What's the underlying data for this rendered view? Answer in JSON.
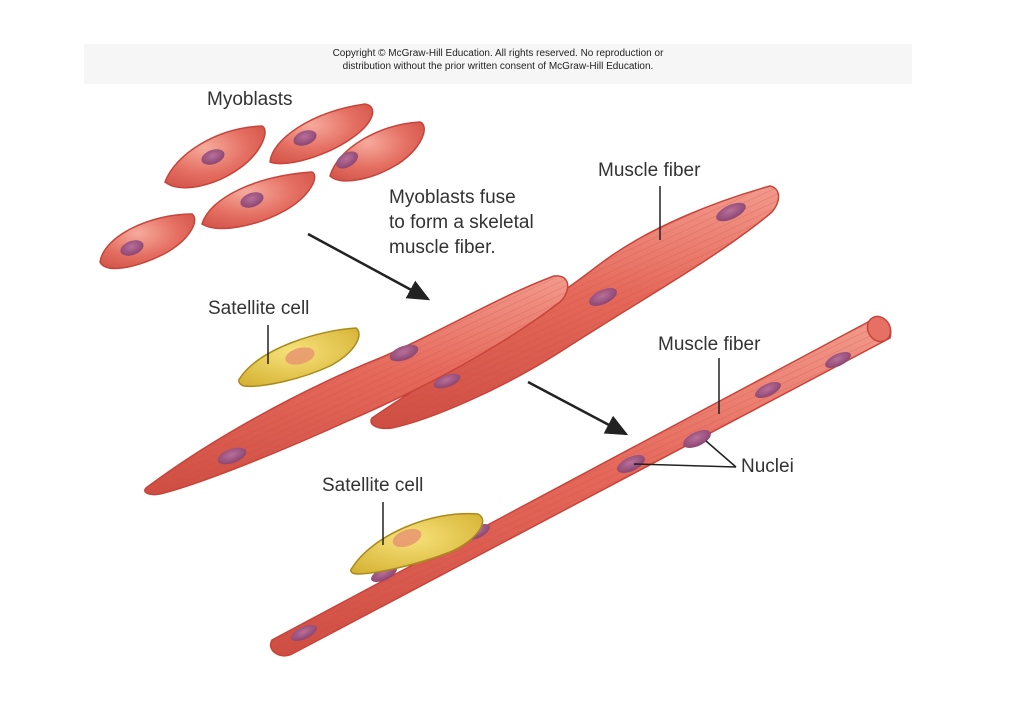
{
  "copyright": {
    "line1": "Copyright © McGraw-Hill Education.  All rights reserved. No reproduction or",
    "line2": "distribution without the prior written consent of McGraw-Hill Education."
  },
  "labels": {
    "myoblasts": "Myoblasts",
    "fuse_line1": "Myoblasts fuse",
    "fuse_line2": "to form a skeletal",
    "fuse_line3": "muscle fiber.",
    "muscle_fiber_top": "Muscle fiber",
    "satellite_cell_top": "Satellite cell",
    "muscle_fiber_right": "Muscle fiber",
    "nuclei": "Nuclei",
    "satellite_cell_bottom": "Satellite cell"
  },
  "colors": {
    "cell_fill": "#e57063",
    "cell_stroke": "#c8443a",
    "cell_highlight": "#f5a99c",
    "nucleus_fill": "#9b4f7a",
    "satellite_fill": "#e2c24a",
    "satellite_stroke": "#a98b1c",
    "arrow": "#222222",
    "text": "#333333"
  }
}
